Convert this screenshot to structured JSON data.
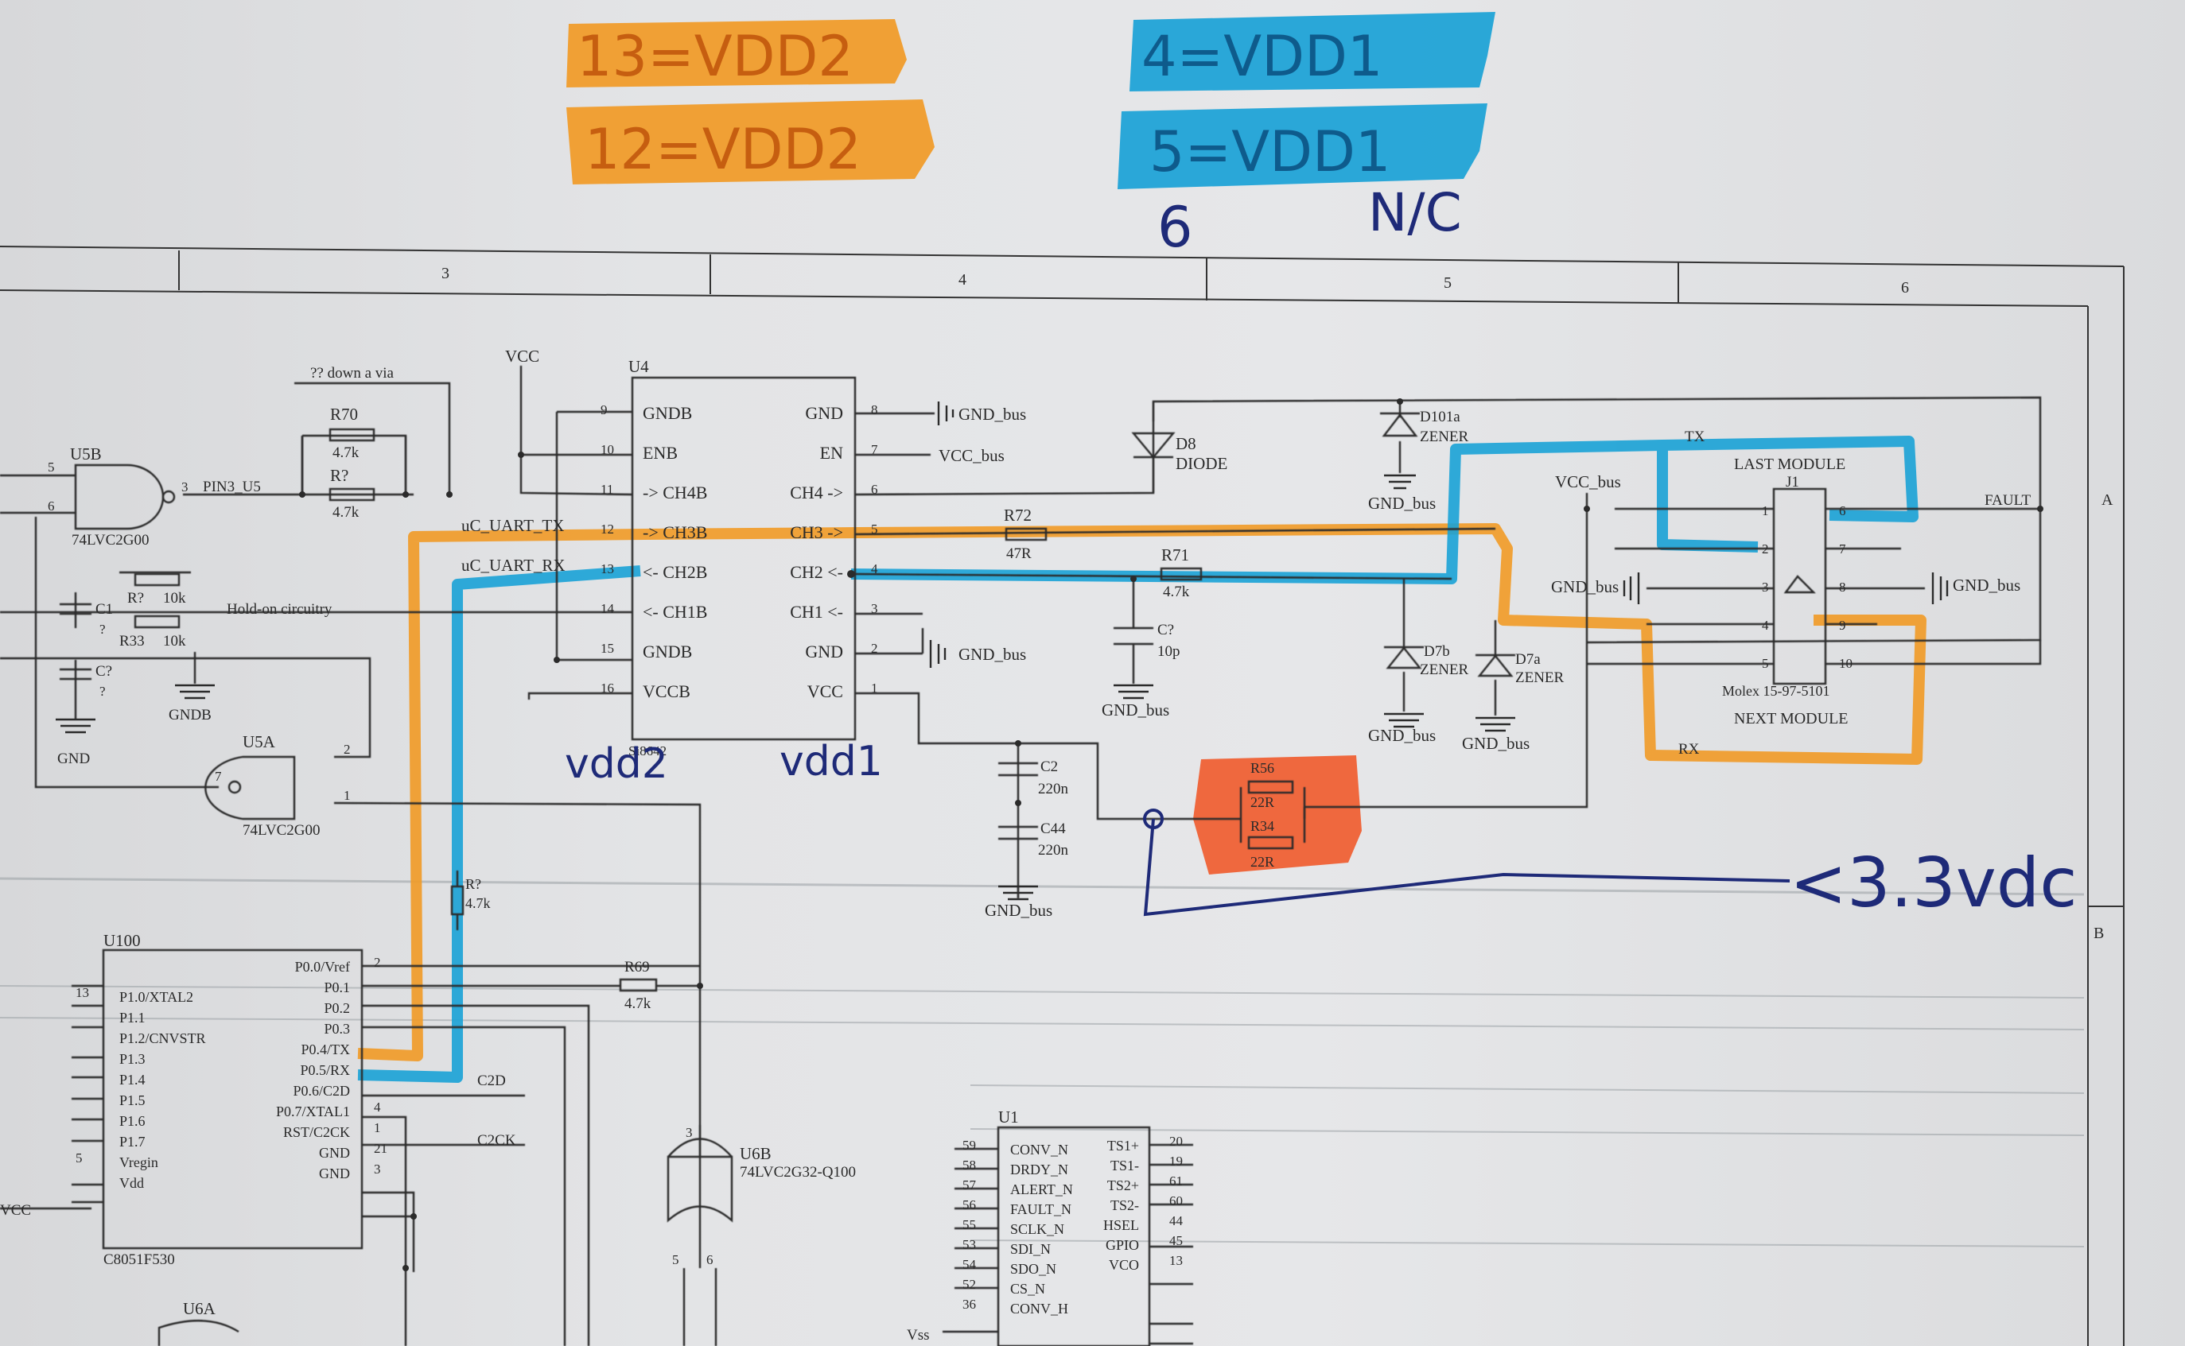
{
  "notes": {
    "orange": [
      "13=VDD2",
      "12=VDD2"
    ],
    "blue": [
      "4=VDD1",
      "5=VDD1"
    ],
    "pin6": "6",
    "pin6_nc": "N/C",
    "vdd2": "vdd2",
    "vdd1": "vdd1",
    "supply": "<3.3vdc"
  },
  "frame": {
    "columns": [
      "3",
      "4",
      "5",
      "6"
    ],
    "row_a": "A",
    "row_b": "B"
  },
  "u4": {
    "ref": "U4",
    "part": "Si8642",
    "left_pins": [
      {
        "num": "9",
        "name": "GNDB"
      },
      {
        "num": "10",
        "name": "ENB"
      },
      {
        "num": "11",
        "name": "-> CH4B"
      },
      {
        "num": "12",
        "name": "-> CH3B"
      },
      {
        "num": "13",
        "name": "<- CH2B"
      },
      {
        "num": "14",
        "name": "<- CH1B"
      },
      {
        "num": "15",
        "name": "GNDB"
      },
      {
        "num": "16",
        "name": "VCCB"
      }
    ],
    "right_pins": [
      {
        "num": "8",
        "name": "GND"
      },
      {
        "num": "7",
        "name": "EN"
      },
      {
        "num": "6",
        "name": "CH4 ->"
      },
      {
        "num": "5",
        "name": "CH3 ->"
      },
      {
        "num": "4",
        "name": "CH2 <-"
      },
      {
        "num": "3",
        "name": "CH1 <-"
      },
      {
        "num": "2",
        "name": "GND"
      },
      {
        "num": "1",
        "name": "VCC"
      }
    ]
  },
  "labels": {
    "vcc_top": "VCC",
    "via_note": "?? down a via",
    "gnd_bus": "GND_bus",
    "vcc_bus": "VCC_bus",
    "uc_uart_tx": "uC_UART_TX",
    "uc_uart_rx": "uC_UART_RX",
    "hold_on": "Hold-on circuitry",
    "pin3_u5": "PIN3_U5",
    "gndb": "GNDB",
    "gnd": "GND",
    "c2d": "C2D",
    "c2ck": "C2CK",
    "vcc_left": "VCC",
    "vss": "Vss"
  },
  "components": {
    "u5b": {
      "ref": "U5B",
      "part": "74LVC2G00",
      "pin_a": "5",
      "pin_b": "6",
      "pin_y": "3"
    },
    "u5a": {
      "ref": "U5A",
      "part": "74LVC2G00",
      "pin_a": "2",
      "pin_b": "1",
      "pin_y": "7"
    },
    "u6b": {
      "ref": "U6B",
      "part": "74LVC2G32-Q100",
      "pin_a": "3",
      "pin_b": "5",
      "pin_c": "6"
    },
    "u6a": {
      "ref": "U6A"
    },
    "r70": {
      "ref": "R70",
      "value": "4.7k"
    },
    "r_q1": {
      "ref": "R?",
      "value": "4.7k"
    },
    "r_q2": {
      "ref": "R?",
      "value": "10k"
    },
    "r33": {
      "ref": "R33",
      "value": "10k"
    },
    "c1": {
      "ref": "C1",
      "value": "?"
    },
    "c_q1": {
      "ref": "C?",
      "value": "?"
    },
    "r72": {
      "ref": "R72",
      "value": "47R"
    },
    "r71": {
      "ref": "R71",
      "value": "4.7k"
    },
    "c7": {
      "ref": "C?",
      "value": "10p"
    },
    "c2": {
      "ref": "C2",
      "value": "220n"
    },
    "c44": {
      "ref": "C44",
      "value": "220n"
    },
    "r56": {
      "ref": "R56",
      "value": "22R"
    },
    "r34": {
      "ref": "R34",
      "value": "22R"
    },
    "r_q3": {
      "ref": "R?",
      "value": "4.7k"
    },
    "r69": {
      "ref": "R69",
      "value": "4.7k"
    },
    "d8": {
      "ref": "D8",
      "part": "DIODE"
    },
    "d101a": {
      "ref": "D101a",
      "part": "ZENER"
    },
    "d7b": {
      "ref": "D7b",
      "part": "ZENER"
    },
    "d7a": {
      "ref": "D7a",
      "part": "ZENER"
    }
  },
  "j1": {
    "ref": "J1",
    "top": "LAST MODULE",
    "bottom": "NEXT MODULE",
    "part": "Molex 15-97-5101",
    "left_nums": [
      "1",
      "2",
      "3",
      "4",
      "5"
    ],
    "right_nums": [
      "6",
      "7",
      "8",
      "9",
      "10"
    ],
    "tx": "TX",
    "rx": "RX",
    "fault": "FAULT"
  },
  "u100": {
    "ref": "U100",
    "part": "C8051F530",
    "left_pins": [
      {
        "num": "13",
        "name": "P1.0/XTAL2"
      },
      {
        "num": "",
        "name": "P1.1"
      },
      {
        "num": "",
        "name": "P1.2/CNVSTR"
      },
      {
        "num": "",
        "name": "P1.3"
      },
      {
        "num": "",
        "name": "P1.4"
      },
      {
        "num": "",
        "name": "P1.5"
      },
      {
        "num": "",
        "name": "P1.6"
      },
      {
        "num": "",
        "name": "P1.7"
      },
      {
        "num": "5",
        "name": "Vregin"
      },
      {
        "num": "",
        "name": "Vdd"
      }
    ],
    "right_pins": [
      {
        "num": "2",
        "name": "P0.0/Vref"
      },
      {
        "num": "",
        "name": "P0.1"
      },
      {
        "num": "",
        "name": "P0.2"
      },
      {
        "num": "",
        "name": "P0.3"
      },
      {
        "num": "",
        "name": "P0.4/TX"
      },
      {
        "num": "",
        "name": "P0.5/RX"
      },
      {
        "num": "",
        "name": "P0.6/C2D"
      },
      {
        "num": "4",
        "name": "P0.7/XTAL1"
      },
      {
        "num": "1",
        "name": "RST/C2CK"
      },
      {
        "num": "21",
        "name": "GND"
      },
      {
        "num": "3",
        "name": "GND"
      }
    ]
  },
  "u1": {
    "ref": "U1",
    "left_pins": [
      {
        "num": "59",
        "name": "CONV_N"
      },
      {
        "num": "58",
        "name": "DRDY_N"
      },
      {
        "num": "57",
        "name": "ALERT_N"
      },
      {
        "num": "56",
        "name": "FAULT_N"
      },
      {
        "num": "55",
        "name": "SCLK_N"
      },
      {
        "num": "53",
        "name": "SDI_N"
      },
      {
        "num": "54",
        "name": "SDO_N"
      },
      {
        "num": "52",
        "name": "CS_N"
      },
      {
        "num": "36",
        "name": "CONV_H"
      }
    ],
    "right_pins": [
      {
        "num": "20",
        "name": "TS1+"
      },
      {
        "num": "19",
        "name": "TS1-"
      },
      {
        "num": "61",
        "name": "TS2+"
      },
      {
        "num": "60",
        "name": "TS2-"
      },
      {
        "num": "44",
        "name": "HSEL"
      },
      {
        "num": "45",
        "name": "GPIO"
      },
      {
        "num": "13",
        "name": "VCO"
      }
    ]
  },
  "colors": {
    "orange_marker": "#f19a26",
    "blue_marker": "#1aa2d6",
    "red_marker": "#ef5a2b",
    "pen_blue": "#1e2a78",
    "ink": "#2a2a2a"
  }
}
